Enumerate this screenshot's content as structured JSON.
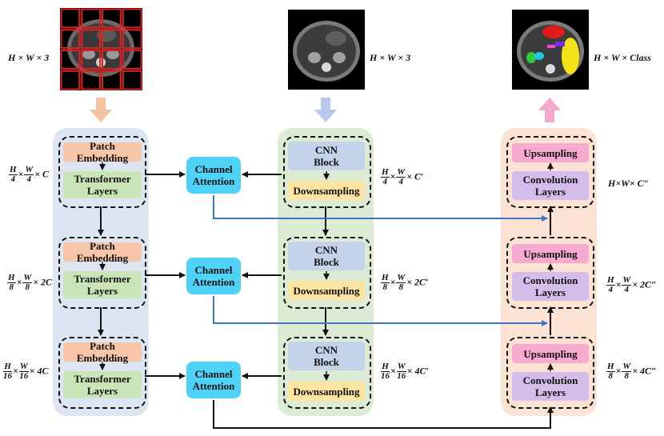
{
  "inputs": {
    "left_label": "H × W × 3",
    "mid_label": "H × W × 3",
    "right_label": "H × W × Class"
  },
  "transformer_branch": {
    "stages": [
      {
        "patch_embedding": "Patch Embedding",
        "transformer_layers": "Transformer\nLayers",
        "dim": {
          "h_num": "H",
          "h_den": "4",
          "w_num": "W",
          "w_den": "4",
          "suffix": "× C"
        }
      },
      {
        "patch_embedding": "Patch Embedding",
        "transformer_layers": "Transformer\nLayers",
        "dim": {
          "h_num": "H",
          "h_den": "8",
          "w_num": "W",
          "w_den": "8",
          "suffix": "× 2C"
        }
      },
      {
        "patch_embedding": "Patch Embedding",
        "transformer_layers": "Transformer\nLayers",
        "dim": {
          "h_num": "H",
          "h_den": "16",
          "w_num": "W",
          "w_den": "16",
          "suffix": "× 4C"
        }
      }
    ]
  },
  "cnn_branch": {
    "stages": [
      {
        "block": "CNN\nBlock",
        "downsampling": "Downsampling",
        "dim": {
          "h_num": "H",
          "h_den": "4",
          "w_num": "W",
          "w_den": "4",
          "suffix": "× C′"
        }
      },
      {
        "block": "CNN\nBlock",
        "downsampling": "Downsampling",
        "dim": {
          "h_num": "H",
          "h_den": "8",
          "w_num": "W",
          "w_den": "8",
          "suffix": "× 2C′"
        }
      },
      {
        "block": "CNN\nBlock",
        "downsampling": "Downsampling",
        "dim": {
          "h_num": "H",
          "h_den": "16",
          "w_num": "W",
          "w_den": "16",
          "suffix": "× 4C′"
        }
      }
    ]
  },
  "channel_attention": [
    "Channel\nAttention",
    "Channel\nAttention",
    "Channel\nAttention"
  ],
  "decoder_branch": {
    "top_dim": "H×W× C″",
    "stages": [
      {
        "upsampling": "Upsampling",
        "convolution": "Convolution\nLayers"
      },
      {
        "upsampling": "Upsampling",
        "convolution": "Convolution\nLayers",
        "dim": {
          "h_num": "H",
          "h_den": "4",
          "w_num": "W",
          "w_den": "4",
          "suffix": "× 2C″"
        }
      },
      {
        "upsampling": "Upsampling",
        "convolution": "Convolution\nLayers",
        "dim": {
          "h_num": "H",
          "h_den": "8",
          "w_num": "W",
          "w_den": "8",
          "suffix": "× 4C″"
        }
      }
    ]
  },
  "colors": {
    "transformer_panel": "#dde5f3",
    "cnn_panel": "#dcebd3",
    "decoder_panel": "#fbe2d3",
    "arrow_orange": "#f7c2a0",
    "arrow_blue": "#b8c8ea",
    "arrow_pink": "#f5a9cf",
    "skip_line": "#3f74c8",
    "patch_grid": "#e02020"
  }
}
